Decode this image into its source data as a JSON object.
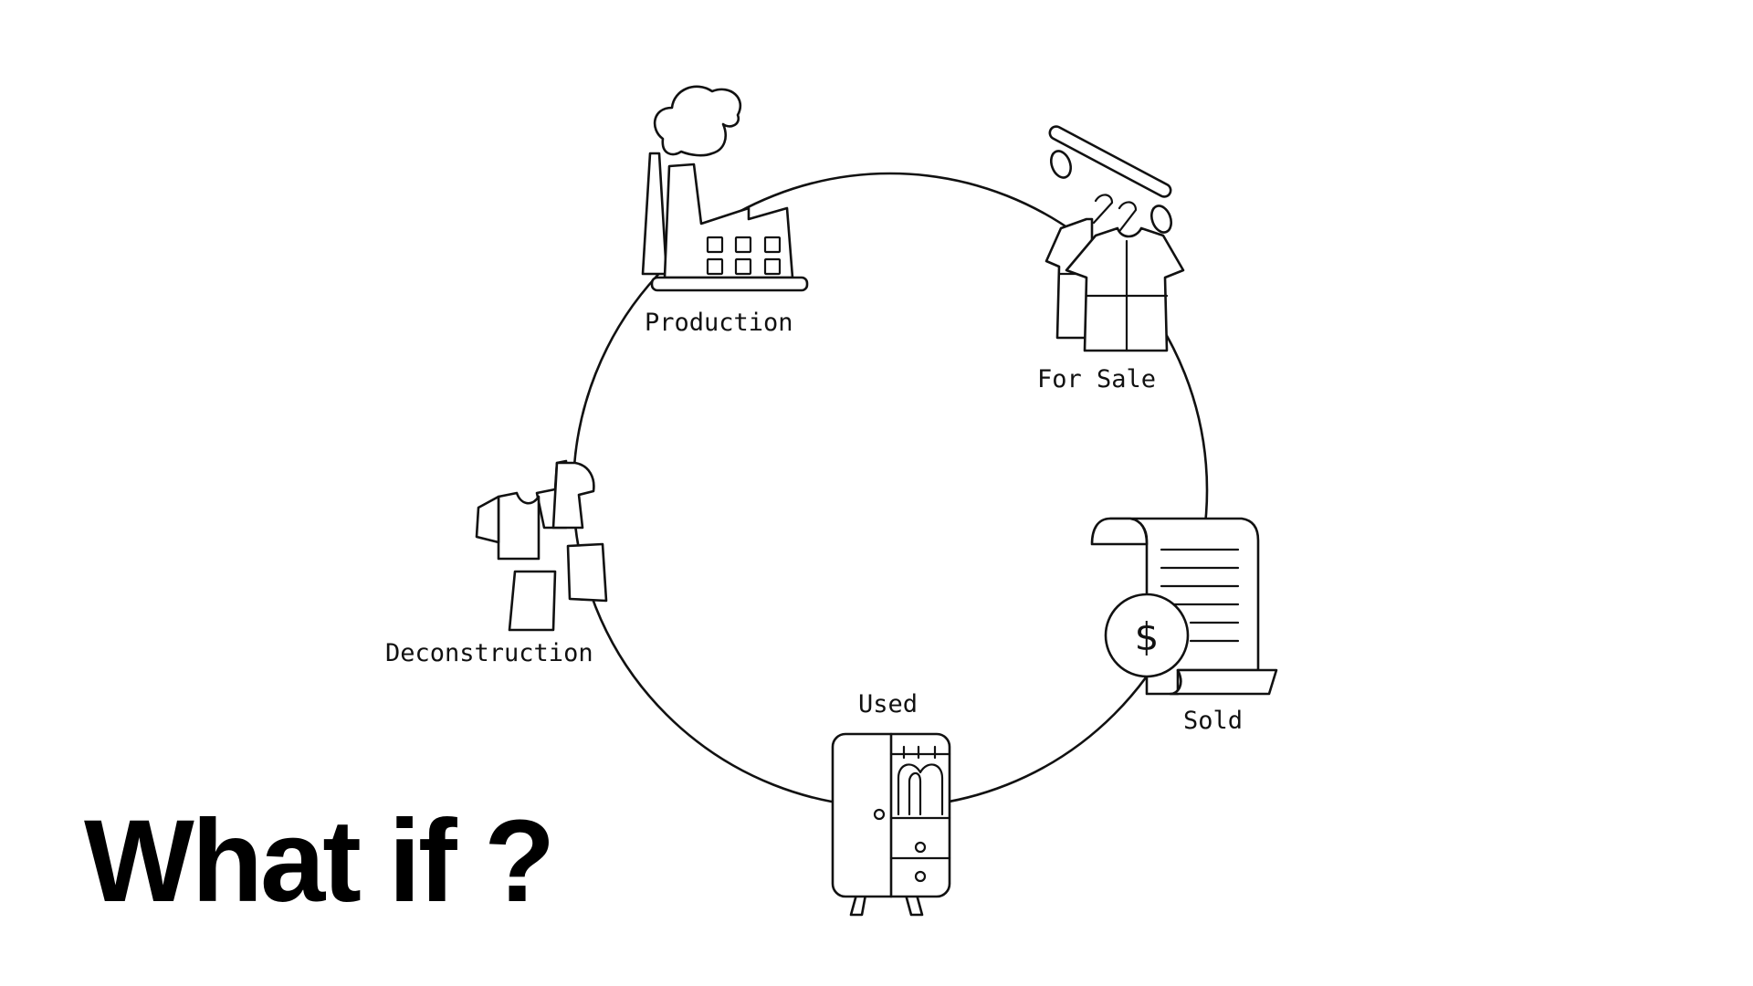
{
  "headline": "What if ?",
  "cycle": {
    "stages": [
      {
        "id": "production",
        "label": "Production",
        "icon": "factory-icon"
      },
      {
        "id": "for_sale",
        "label": "For Sale",
        "icon": "clothes-rack-icon"
      },
      {
        "id": "sold",
        "label": "Sold",
        "icon": "receipt-dollar-icon"
      },
      {
        "id": "used",
        "label": "Used",
        "icon": "wardrobe-icon"
      },
      {
        "id": "deconstruction",
        "label": "Deconstruction",
        "icon": "deconstructed-shirt-icon"
      }
    ]
  },
  "colors": {
    "stroke": "#111111",
    "background": "#ffffff"
  }
}
